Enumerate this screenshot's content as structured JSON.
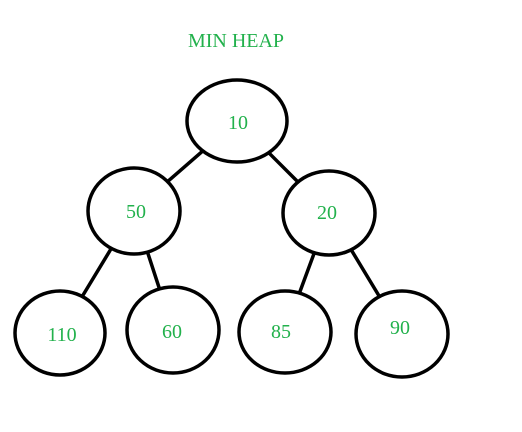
{
  "title": "MIN HEAP",
  "colors": {
    "text": "#22b14c",
    "stroke": "#000000",
    "background": "#ffffff"
  },
  "nodes": [
    {
      "id": "root",
      "value": "10"
    },
    {
      "id": "left",
      "value": "50"
    },
    {
      "id": "right",
      "value": "20"
    },
    {
      "id": "left-left",
      "value": "110"
    },
    {
      "id": "left-right",
      "value": "60"
    },
    {
      "id": "right-left",
      "value": "85"
    },
    {
      "id": "right-right",
      "value": "90"
    }
  ],
  "edges": [
    {
      "from": "root",
      "to": "left"
    },
    {
      "from": "root",
      "to": "right"
    },
    {
      "from": "left",
      "to": "left-left"
    },
    {
      "from": "left",
      "to": "left-right"
    },
    {
      "from": "right",
      "to": "right-left"
    },
    {
      "from": "right",
      "to": "right-right"
    }
  ]
}
